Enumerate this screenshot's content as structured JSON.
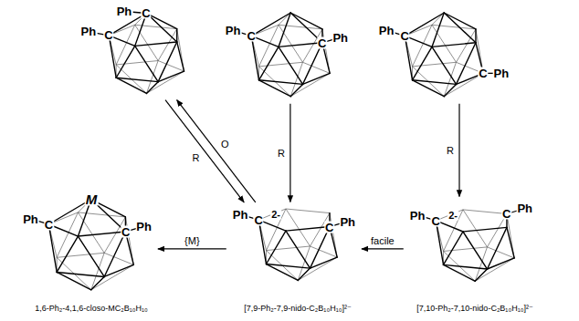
{
  "diagram": {
    "nodes": [
      {
        "text": [
          "Ph",
          "C",
          "Ph",
          "C"
        ]
      },
      {
        "text": [
          "Ph",
          "C",
          "C",
          "Ph"
        ]
      },
      {
        "text": [
          "Ph",
          "C",
          "C",
          "Ph"
        ]
      },
      {
        "text": [
          "Ph",
          "C",
          "M",
          "C",
          "Ph",
          "1,6-Ph₂-4,1,6-closo-MC₂B₁₀H₁₀"
        ]
      },
      {
        "text": [
          "Ph",
          "C",
          "2-",
          "C",
          "Ph",
          "[7,9-Ph₂-7,9-nido-C₂B₁₀H₁₀]²⁻"
        ]
      },
      {
        "text": [
          "Ph",
          "C",
          "2-",
          "C",
          "Ph",
          "[7,10-Ph₂-7,10-nido-C₂B₁₀H₁₀]²⁻"
        ]
      }
    ],
    "edges": [
      {
        "from": 0,
        "to": 4,
        "arrow": "to",
        "label": "R"
      },
      {
        "from": 4,
        "to": 0,
        "arrow": "to",
        "label": "O"
      },
      {
        "from": 1,
        "to": 4,
        "arrow": "to",
        "label": "R"
      },
      {
        "from": 2,
        "to": 5,
        "arrow": "to",
        "label": "R"
      },
      {
        "from": 5,
        "to": 4,
        "arrow": "to",
        "label": "facile"
      },
      {
        "from": 4,
        "to": 3,
        "arrow": "to",
        "label": "{M}"
      }
    ]
  }
}
